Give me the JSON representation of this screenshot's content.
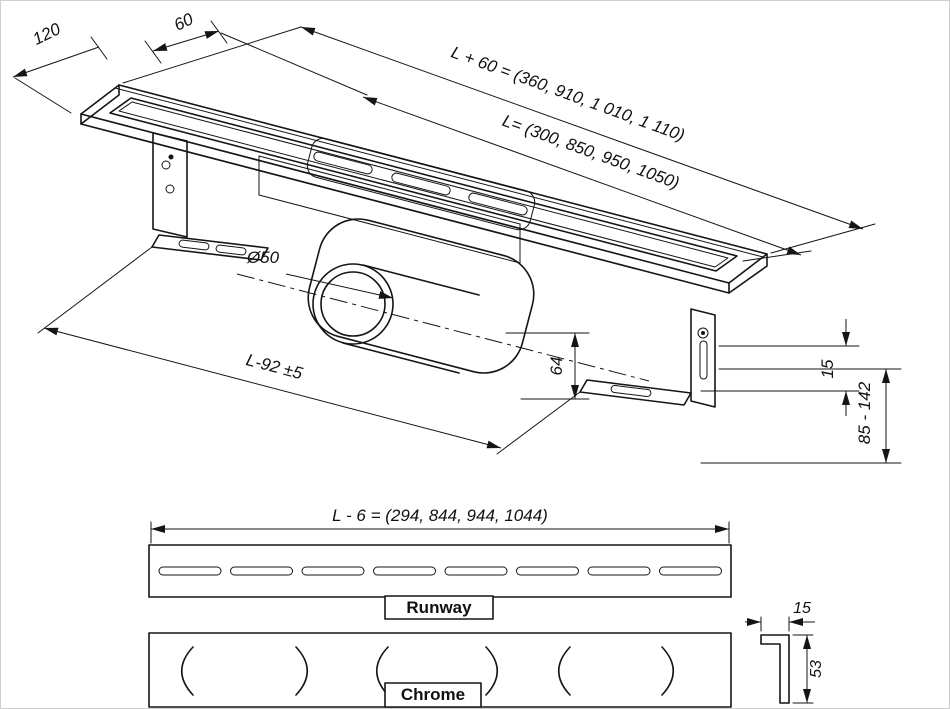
{
  "iso_view": {
    "dim_width": "120",
    "dim_flange": "60",
    "dim_length_overall": "L + 60 = (360, 910, 1 010, 1 110)",
    "dim_length": "L= (300, 850, 950, 1050)",
    "dim_outlet": "Ø50",
    "dim_bracket_span": "L-92 ±5",
    "dim_depth": "64",
    "dim_offset": "15",
    "dim_height_range": "85 - 142"
  },
  "grate_view": {
    "dim_length": "L - 6 = (294, 844, 944, 1044)",
    "grates": [
      {
        "label": "Runway"
      },
      {
        "label": "Chrome"
      }
    ],
    "profile": {
      "dim_width": "15",
      "dim_height": "53"
    }
  },
  "colors": {
    "line": "#151515",
    "background": "#ffffff"
  }
}
